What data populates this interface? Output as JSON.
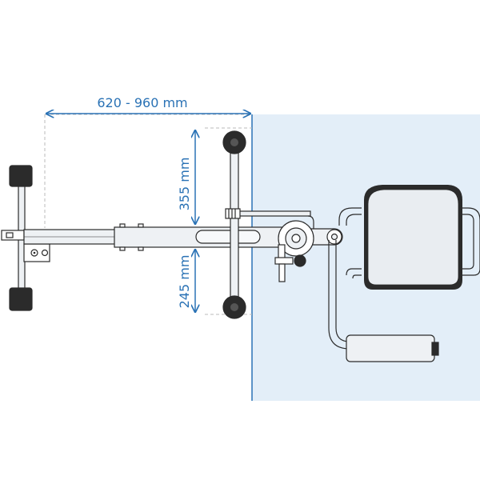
{
  "dimensions": {
    "horizontal_label": "620 - 960 mm",
    "upper_label": "355 mm",
    "lower_label": "245 mm"
  },
  "colors": {
    "dimension": "#2a72b5",
    "water_fill": "#e3eef8",
    "water_edge": "#2a72b5",
    "outline": "#2b2b2b",
    "tube_fill": "#eef1f4",
    "seat_fill": "#e9edf1",
    "dark_part": "#2b2b2b",
    "guide_line": "#bbbbbb"
  }
}
